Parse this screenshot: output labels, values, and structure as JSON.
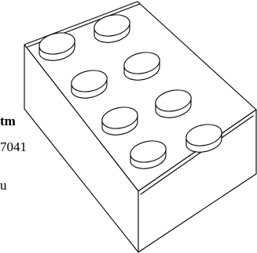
{
  "text_fragments": {
    "line1": "tm",
    "line2": "7041",
    "line3": "u"
  },
  "figure": {
    "subject": "brick-2x4",
    "stud_count": 8,
    "fill_color": "#ffffff",
    "stroke_color": "#000000"
  }
}
